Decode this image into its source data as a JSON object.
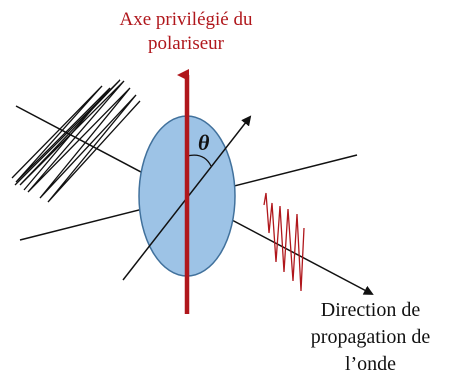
{
  "labels": {
    "polarizer_axis": {
      "line1": "Axe privilégié du",
      "line2": "polariseur"
    },
    "propagation": {
      "line1": "Direction de",
      "line2": "propagation de",
      "line3": "l’onde"
    },
    "angle": "θ"
  },
  "colors": {
    "axis_red": "#b0171c",
    "lens_fill": "#9dc3e6",
    "lens_stroke": "#41719c",
    "ink": "#111111"
  }
}
